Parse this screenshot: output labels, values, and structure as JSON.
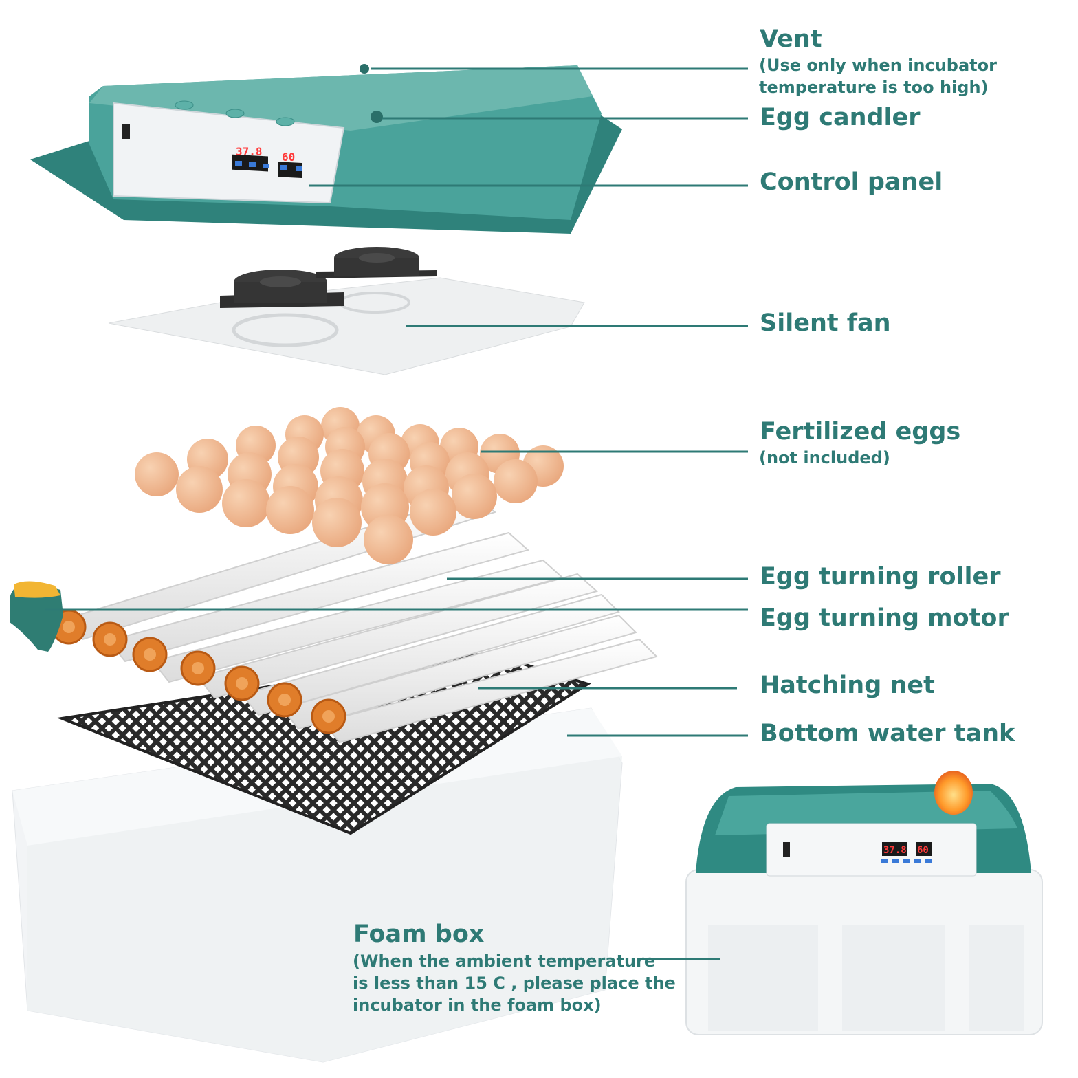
{
  "labels": {
    "vent": {
      "title": "Vent",
      "note_line1": "(Use only when incubator",
      "note_line2": "temperature is too high)"
    },
    "egg_candler": "Egg candler",
    "control_panel": "Control panel",
    "silent_fan": "Silent fan",
    "fertilized_eggs": {
      "title": "Fertilized eggs",
      "note": "(not included)"
    },
    "egg_turning_roller": "Egg turning roller",
    "egg_turning_motor": "Egg turning motor",
    "hatching_net": "Hatching net",
    "bottom_water_tank": "Bottom water tank",
    "foam_box": {
      "title": "Foam box",
      "note_line1": "(When the ambient temperature",
      "note_line2": "is less than 15 C , please place the",
      "note_line3": "incubator in the foam box)"
    }
  },
  "displays": {
    "top_temp": "37.8",
    "top_humidity": "60",
    "assembled_temp": "37.8",
    "assembled_humidity": "60"
  },
  "colors": {
    "accent": "#2e7a75",
    "lid": "#3f9a93",
    "egg": "#f2bf98",
    "roller_gear": "#e07d2a",
    "net": "#2b2b2b",
    "display_red": "#e53030"
  }
}
